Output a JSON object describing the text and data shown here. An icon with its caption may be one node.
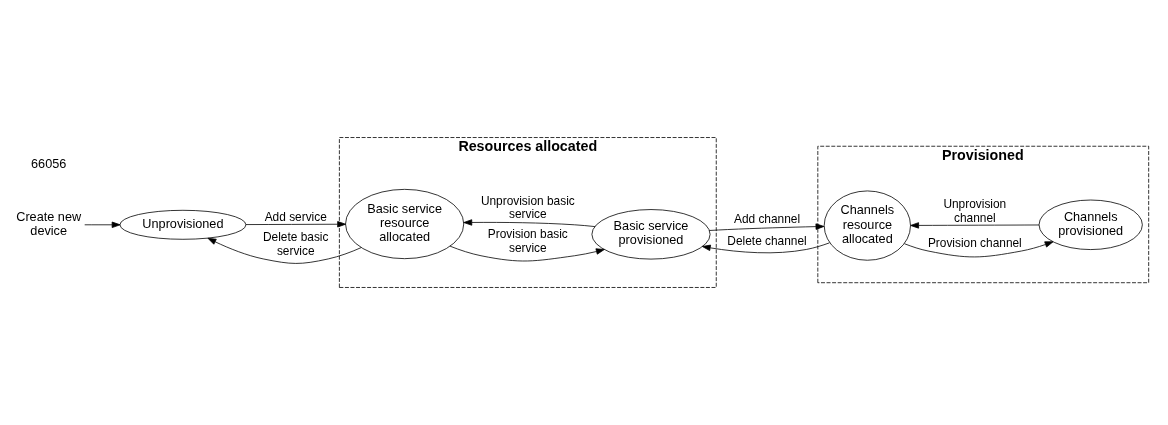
{
  "diagram": {
    "nodes": [
      {
        "text": [
          "Create new device"
        ]
      },
      {
        "text": [
          "Unprovisioned"
        ]
      },
      {
        "text": [
          "Resources allocated"
        ]
      },
      {
        "text": [
          "Basic service resource allocated"
        ],
        "in": 2
      },
      {
        "text": [
          "Basic service provisioned"
        ],
        "in": 2
      },
      {
        "text": [
          "Provisioned"
        ]
      },
      {
        "text": [
          "Channels resource allocated"
        ],
        "in": 5
      },
      {
        "text": [
          "Channels provisioned"
        ],
        "in": 5
      }
    ],
    "edges": [
      {
        "from": 0,
        "to": 1,
        "arrow": "to"
      },
      {
        "from": 1,
        "to": 3,
        "arrow": "to",
        "label": "Add service"
      },
      {
        "from": 3,
        "to": 1,
        "arrow": "to",
        "label": "Delete basic service"
      },
      {
        "from": 3,
        "to": 4,
        "arrow": "to",
        "label": "Provision basic service"
      },
      {
        "from": 4,
        "to": 3,
        "arrow": "to",
        "label": "Unprovision basic service"
      },
      {
        "from": 4,
        "to": 6,
        "arrow": "to",
        "label": "Add channel"
      },
      {
        "from": 6,
        "to": 4,
        "arrow": "to",
        "label": "Delete channel"
      },
      {
        "from": 6,
        "to": 7,
        "arrow": "to",
        "label": "Provision channel"
      },
      {
        "from": 7,
        "to": 6,
        "arrow": "to",
        "label": "Unprovision channel"
      }
    ],
    "labels": [
      "66056"
    ]
  }
}
